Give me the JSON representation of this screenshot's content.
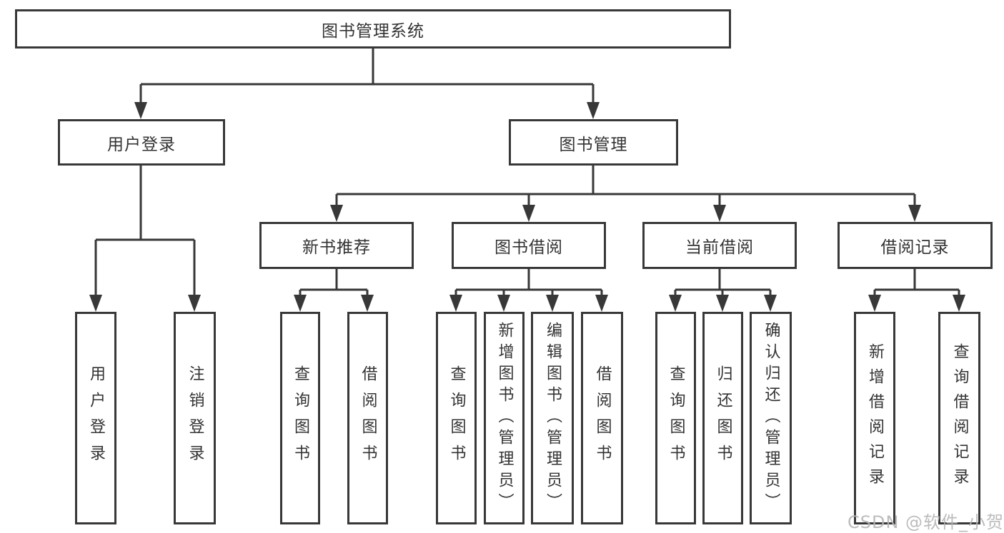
{
  "diagram": {
    "title": "图书管理系统",
    "watermark": "CSDN @软件_小贺同学",
    "colors": {
      "line": "#383838",
      "border": "#383838",
      "text": "#333333",
      "watermark": "#b5b5b5",
      "background": "#ffffff"
    },
    "nodes": {
      "root": "图书管理系统",
      "user_login": "用户登录",
      "book_mgmt": "图书管理",
      "new_book_rec": "新书推荐",
      "book_borrowing": "图书借阅",
      "current_borrowing": "当前借阅",
      "borrowing_records": "借阅记录",
      "user_login_leaf": "用户登录",
      "logout_leaf": "注销登录",
      "rec_query_books": "查询图书",
      "rec_borrow_books": "借阅图书",
      "bor_query_books": "查询图书",
      "bor_add_books": "新增图书（管理员）",
      "bor_edit_books": "编辑图书（管理员）",
      "bor_borrow_books": "借阅图书",
      "cur_query_books": "查询图书",
      "cur_return_books": "归还图书",
      "cur_confirm_return": "确认归还（管理员）",
      "rcd_add_record": "新增借阅记录",
      "rcd_query_record": "查询借阅记录"
    },
    "hierarchy": {
      "图书管理系统": {
        "用户登录": [
          "用户登录",
          "注销登录"
        ],
        "图书管理": {
          "新书推荐": [
            "查询图书",
            "借阅图书"
          ],
          "图书借阅": [
            "查询图书",
            "新增图书（管理员）",
            "编辑图书（管理员）",
            "借阅图书"
          ],
          "当前借阅": [
            "查询图书",
            "归还图书",
            "确认归还（管理员）"
          ],
          "借阅记录": [
            "新增借阅记录",
            "查询借阅记录"
          ]
        }
      }
    }
  }
}
